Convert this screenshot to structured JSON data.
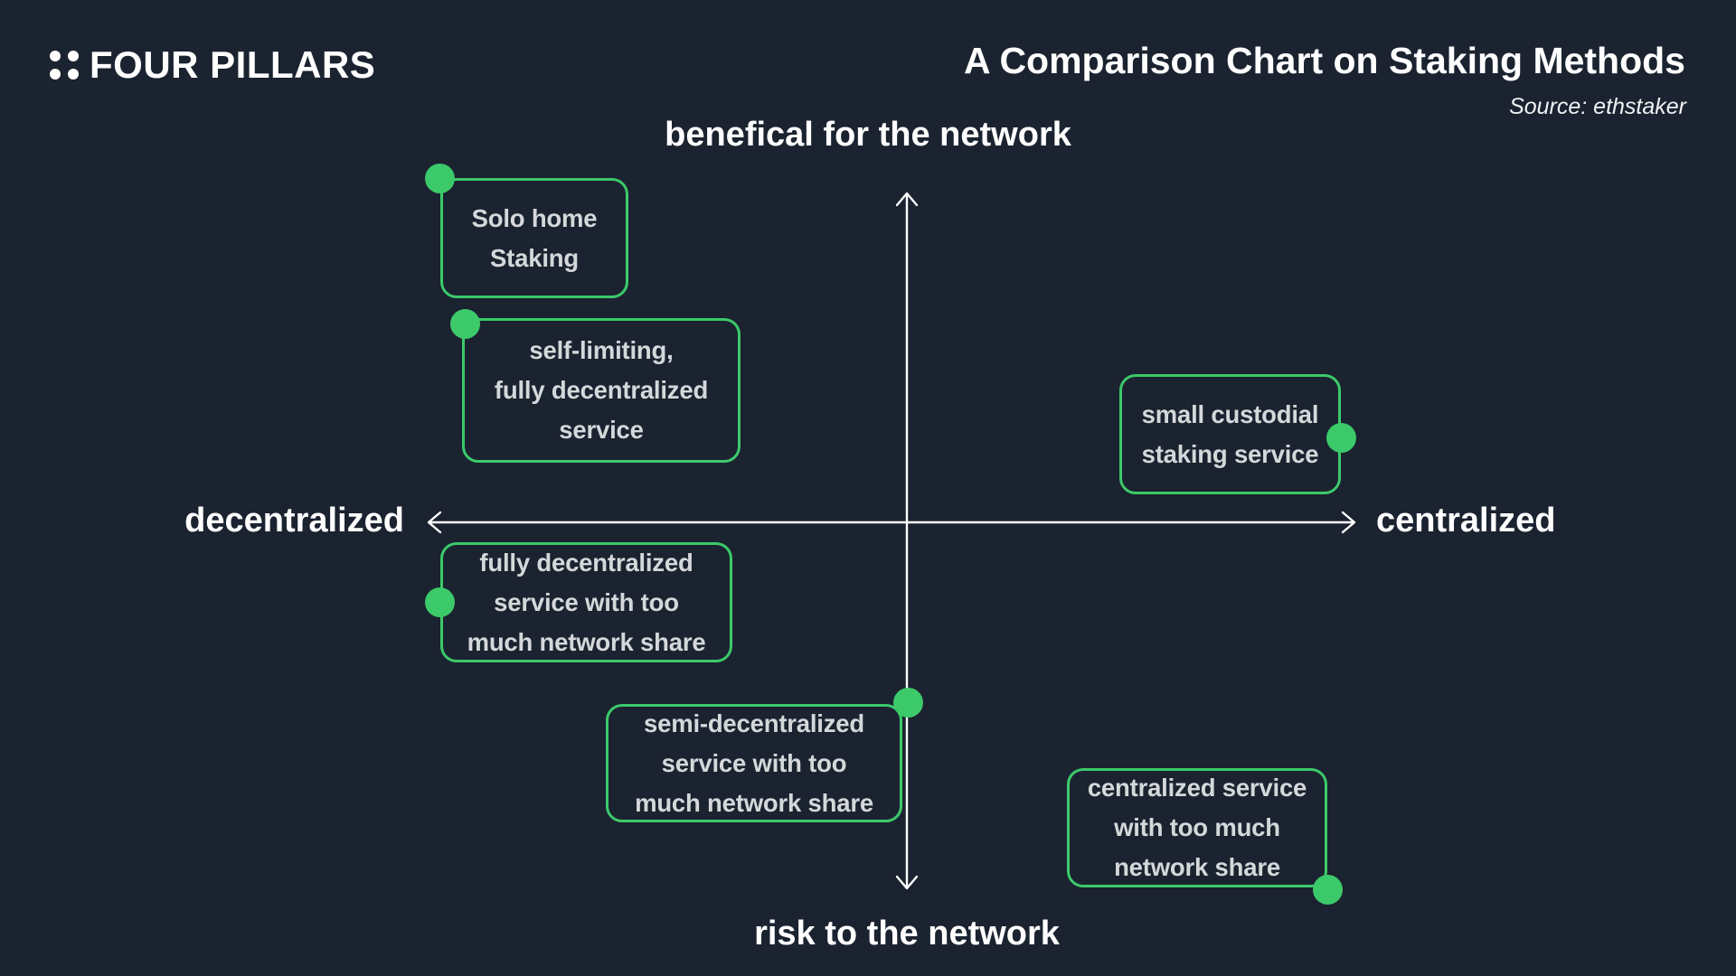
{
  "brand": {
    "name": "FOUR PILLARS",
    "logo_icon": "four-dots-grid"
  },
  "header": {
    "title": "A Comparison Chart on Staking Methods",
    "source": "Source: ethstaker"
  },
  "axis_labels": {
    "top": "benefical for the network",
    "bottom": "risk to the network",
    "left": "decentralized",
    "right": "centralized"
  },
  "colors": {
    "background": "#1b2330",
    "accent_green": "#3cc96a",
    "box_text": "#d5d8da",
    "axis_and_titles": "#ffffff"
  },
  "boxes": [
    {
      "id": "solo-home-staking",
      "lines": [
        "Solo home",
        "Staking"
      ],
      "dot_anchor": "top-left-corner"
    },
    {
      "id": "self-limiting-fully-decentralized-service",
      "lines": [
        "self-limiting,",
        "fully decentralized",
        "service"
      ],
      "dot_anchor": "top-left-corner"
    },
    {
      "id": "small-custodial-staking-service",
      "lines": [
        "small custodial",
        "staking service"
      ],
      "dot_anchor": "right-edge"
    },
    {
      "id": "fully-decentralized-too-much-share",
      "lines": [
        "fully decentralized",
        "service with too",
        "much network share"
      ],
      "dot_anchor": "left-edge"
    },
    {
      "id": "semi-decentralized-too-much-share",
      "lines": [
        "semi-decentralized",
        "service with too",
        "much network share"
      ],
      "dot_anchor": "top-right-corner"
    },
    {
      "id": "centralized-service-too-much-share",
      "lines": [
        "centralized service",
        "with too much",
        "network share"
      ],
      "dot_anchor": "bottom-right-corner"
    }
  ],
  "chart_data": {
    "type": "scatter",
    "title": "A Comparison Chart on Staking Methods",
    "x_axis": {
      "left_label": "decentralized",
      "right_label": "centralized",
      "range": [
        0,
        1
      ]
    },
    "y_axis": {
      "bottom_label": "risk to the network",
      "top_label": "benefical for the network",
      "range": [
        0,
        1
      ]
    },
    "legend_position": "none",
    "grid": false,
    "points": [
      {
        "label": "Solo home Staking",
        "x": 0.02,
        "y": 1.0,
        "quadrant": "decentralized / beneficial"
      },
      {
        "label": "self-limiting, fully decentralized service",
        "x": 0.04,
        "y": 0.81,
        "quadrant": "decentralized / beneficial"
      },
      {
        "label": "small custodial staking service",
        "x": 0.98,
        "y": 0.65,
        "quadrant": "centralized / beneficial"
      },
      {
        "label": "fully decentralized service with too much network share",
        "x": 0.02,
        "y": 0.41,
        "quadrant": "decentralized / risk"
      },
      {
        "label": "semi-decentralized service with too much network share",
        "x": 0.52,
        "y": 0.27,
        "quadrant": "center / risk"
      },
      {
        "label": "centralized service with too much network share",
        "x": 0.97,
        "y": 0.0,
        "quadrant": "centralized / risk"
      }
    ]
  }
}
